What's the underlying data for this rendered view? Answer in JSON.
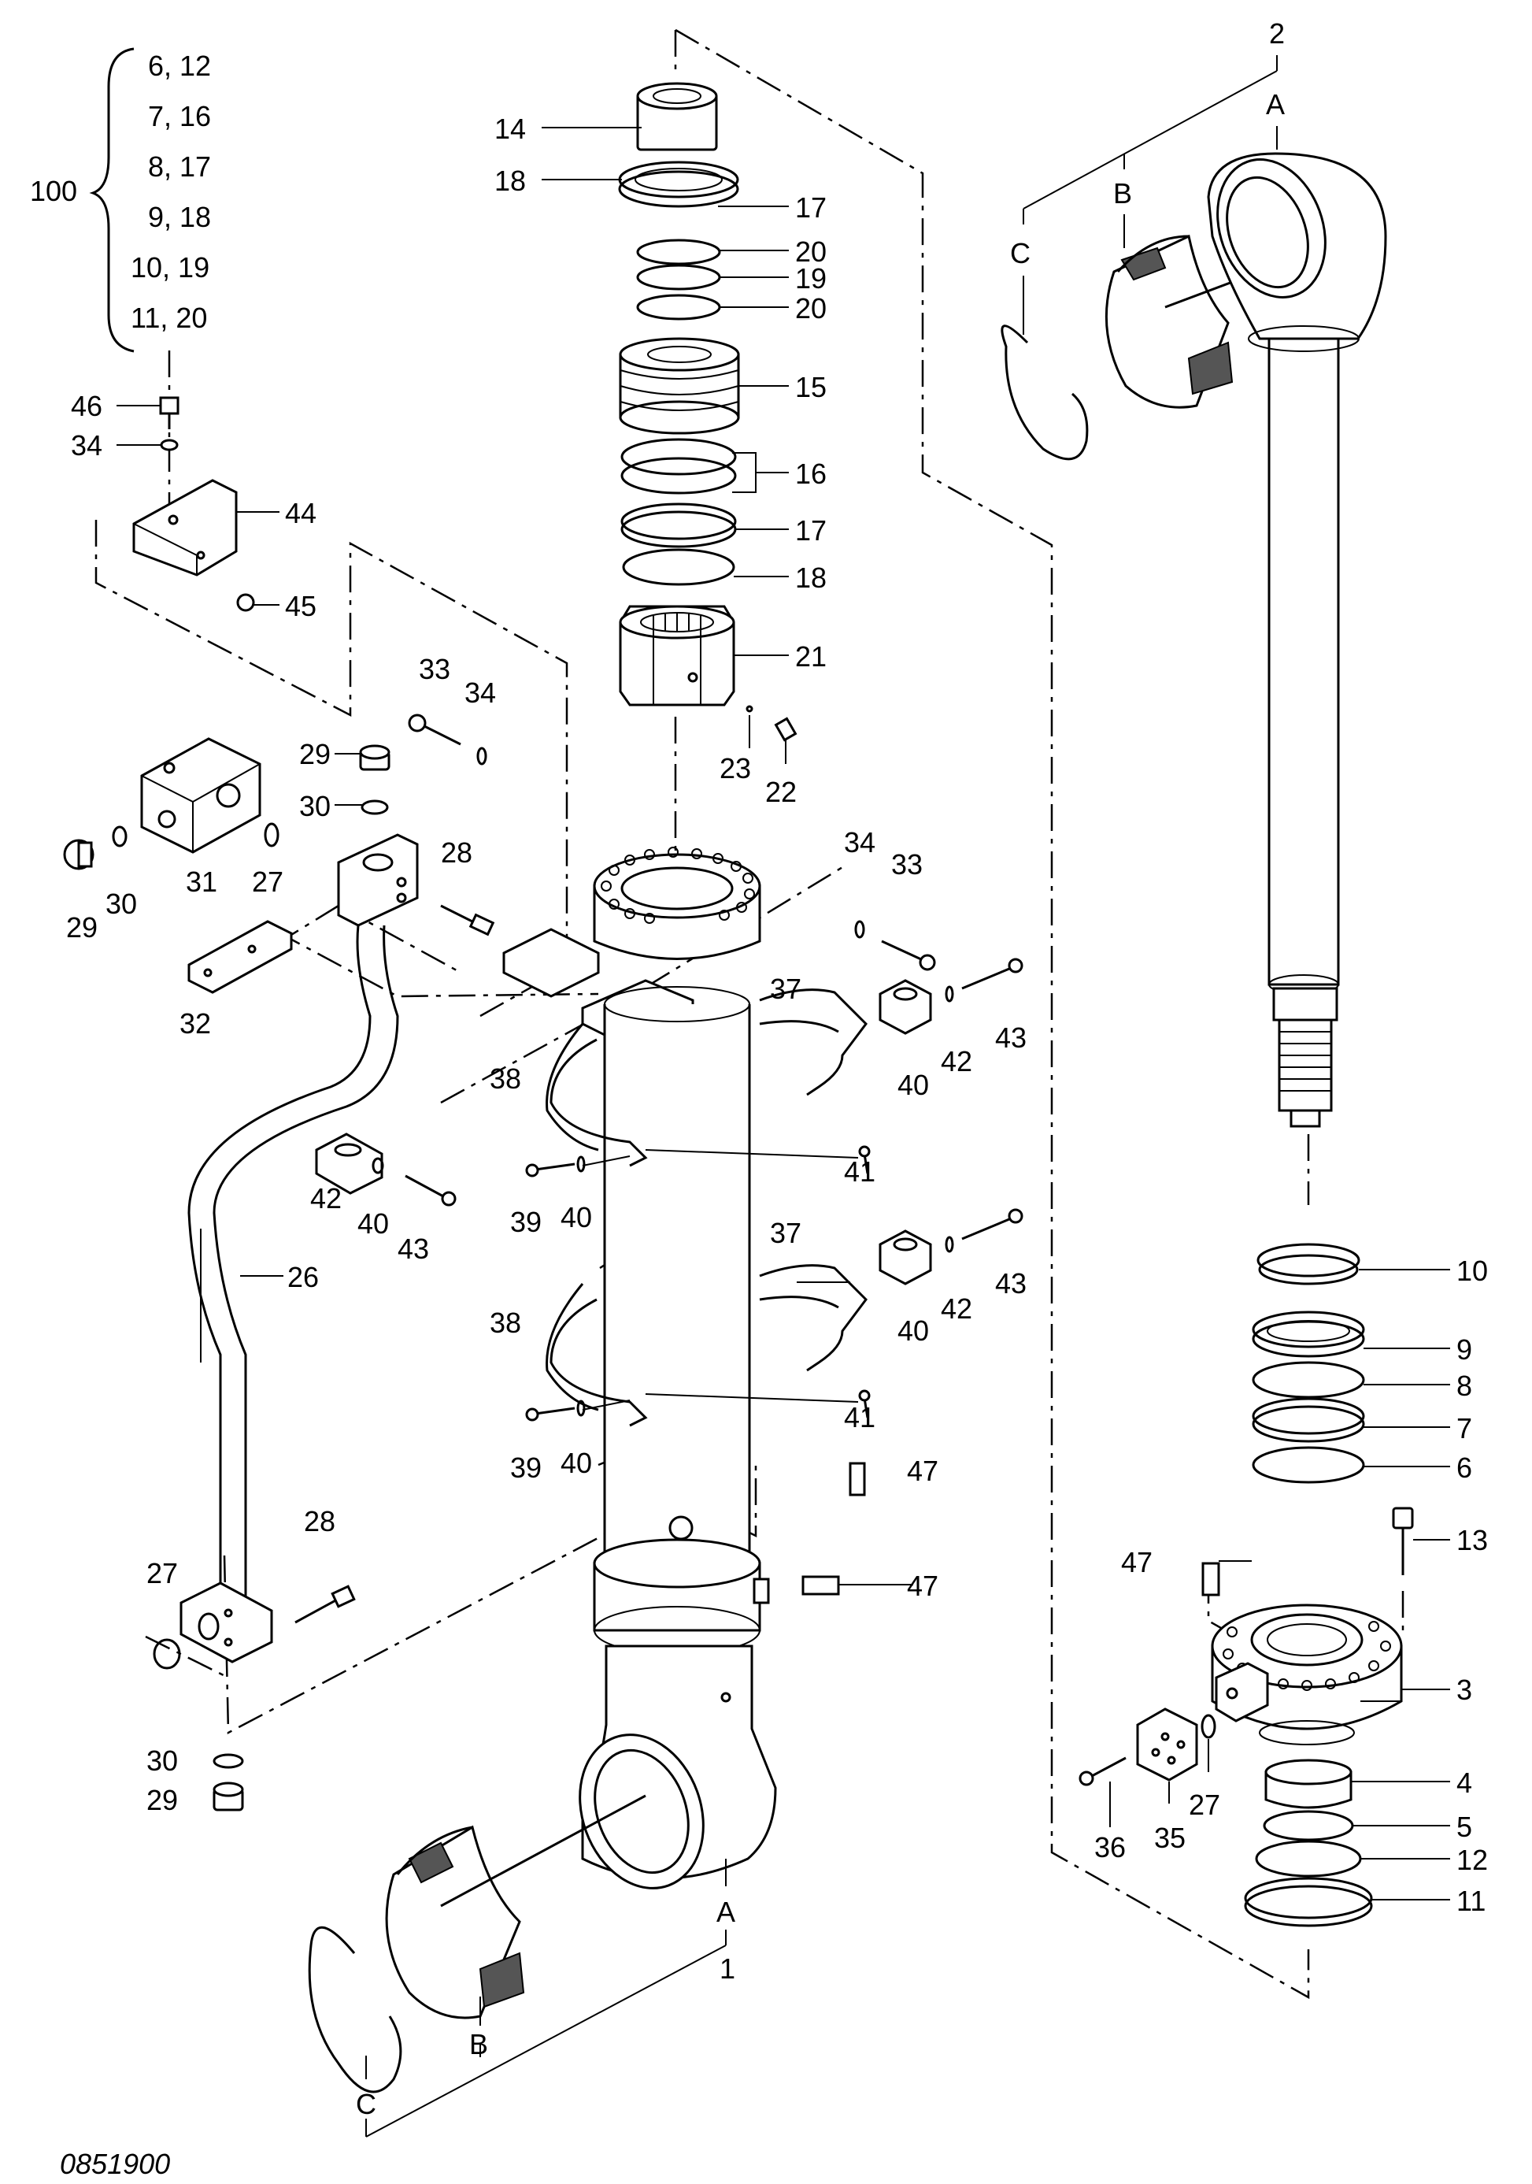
{
  "group": {
    "number": "100",
    "items": [
      "6, 12",
      "7, 16",
      "8, 17",
      "9, 18",
      "10, 19",
      "11, 20"
    ]
  },
  "figure_code": "0851900",
  "labels": {
    "n1": "1",
    "n2": "2",
    "n3": "3",
    "n4": "4",
    "n5": "5",
    "n6": "6",
    "n7": "7",
    "n8": "8",
    "n9": "9",
    "n10": "10",
    "n11": "11",
    "n12": "12",
    "n13": "13",
    "n14": "14",
    "n15": "15",
    "n16": "16",
    "n17a": "17",
    "n17b": "17",
    "n18a": "18",
    "n18b": "18",
    "n19": "19",
    "n20a": "20",
    "n20b": "20",
    "n21": "21",
    "n22": "22",
    "n23": "23",
    "n26": "26",
    "n27a": "27",
    "n27b": "27",
    "n27c": "27",
    "n28a": "28",
    "n28b": "28",
    "n29a": "29",
    "n29b": "29",
    "n29c": "29",
    "n30a": "30",
    "n30b": "30",
    "n30c": "30",
    "n31": "31",
    "n32": "32",
    "n33a": "33",
    "n33b": "33",
    "n34a": "34",
    "n34b": "34",
    "n34c": "34",
    "n35": "35",
    "n36": "36",
    "n37a": "37",
    "n37b": "37",
    "n38a": "38",
    "n38b": "38",
    "n39a": "39",
    "n39b": "39",
    "n40a": "40",
    "n40b": "40",
    "n40c": "40",
    "n40d": "40",
    "n40e": "40",
    "n41a": "41",
    "n41b": "41",
    "n42a": "42",
    "n42b": "42",
    "n42c": "42",
    "n43a": "43",
    "n43b": "43",
    "n43c": "43",
    "n44": "44",
    "n45": "45",
    "n46": "46",
    "n47a": "47",
    "n47b": "47",
    "n47c": "47",
    "refA1": "A",
    "refA2": "A",
    "refB1": "B",
    "refB2": "B",
    "refC1": "C",
    "refC2": "C"
  }
}
